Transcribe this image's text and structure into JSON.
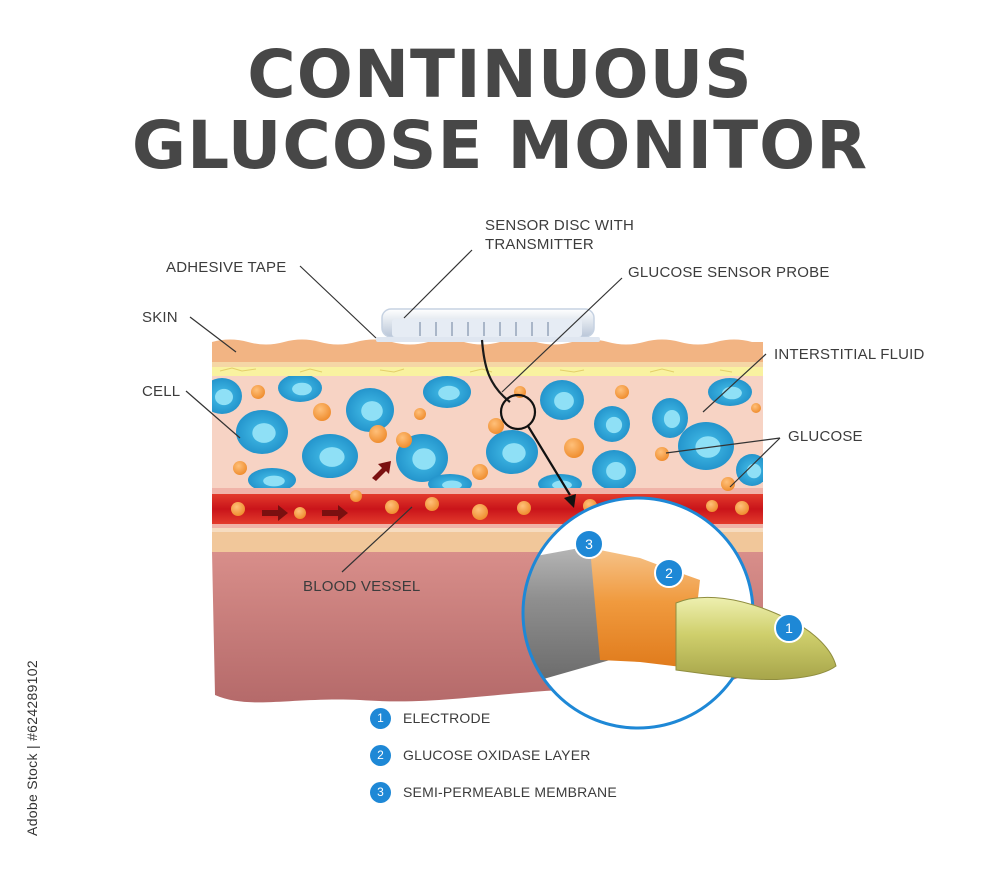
{
  "title": {
    "line1": "CONTINUOUS",
    "line2": "GLUCOSE MONITOR"
  },
  "labels": {
    "sensor_disc": [
      "SENSOR DISC WITH",
      "TRANSMITTER"
    ],
    "adhesive_tape": "ADHESIVE TAPE",
    "glucose_sensor_probe": "GLUCOSE SENSOR PROBE",
    "skin": "SKIN",
    "interstitial_fluid": "INTERSTITIAL FLUID",
    "cell": "CELL",
    "glucose": "GLUCOSE",
    "blood_vessel": "BLOOD VESSEL"
  },
  "legend": [
    {
      "num": "1",
      "text": "ELECTRODE"
    },
    {
      "num": "2",
      "text": "GLUCOSE OXIDASE LAYER"
    },
    {
      "num": "3",
      "text": "SEMI-PERMEABLE MEMBRANE"
    }
  ],
  "stock_id": "Adobe Stock | #624289102",
  "colors": {
    "title": "#474747",
    "accent_blue": "#1e88d6",
    "cell": "#2aa8d8",
    "glucose": "#f29a3a",
    "blood": "#d11a1a",
    "tissue": "#c98686"
  }
}
